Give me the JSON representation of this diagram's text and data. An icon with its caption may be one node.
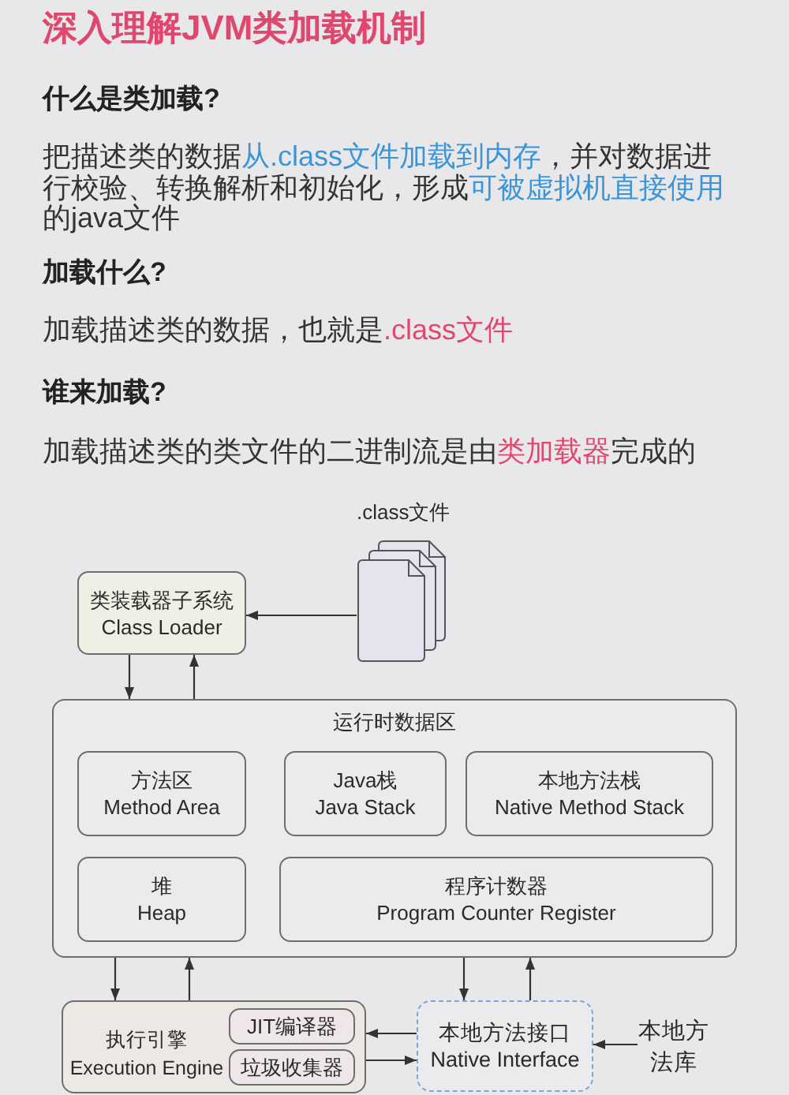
{
  "diagram": {
    "title": "深入理解JVM类加载机制",
    "nodes": [
      {
        "text": [
          ".class文件"
        ]
      },
      {
        "text": [
          "类装载器子系统",
          "Class Loader"
        ]
      },
      {
        "text": [
          "运行时数据区"
        ]
      },
      {
        "text": [
          "方法区",
          "Method Area"
        ],
        "in": 2
      },
      {
        "text": [
          "Java栈",
          "Java Stack"
        ],
        "in": 2
      },
      {
        "text": [
          "本地方法栈",
          "Native Method Stack"
        ],
        "in": 2
      },
      {
        "text": [
          "堆",
          "Heap"
        ],
        "in": 2
      },
      {
        "text": [
          "程序计数器",
          "Program Counter Register"
        ],
        "in": 2
      },
      {
        "text": [
          "执行引擎",
          "Execution Engine"
        ]
      },
      {
        "text": [
          "JIT编译器"
        ],
        "in": 8
      },
      {
        "text": [
          "垃圾收集器"
        ],
        "in": 8
      },
      {
        "text": [
          "本地方法接口",
          "Native Interface"
        ]
      },
      {
        "text": [
          "本地方法库"
        ]
      }
    ],
    "edges": [
      {
        "from": 0,
        "to": 1,
        "arrow": "to"
      },
      {
        "from": 1,
        "to": 2,
        "arrow": "to"
      },
      {
        "from": 2,
        "to": 1,
        "arrow": "to"
      },
      {
        "from": 2,
        "to": 8,
        "arrow": "to"
      },
      {
        "from": 8,
        "to": 2,
        "arrow": "to"
      },
      {
        "from": 2,
        "to": 11,
        "arrow": "to"
      },
      {
        "from": 11,
        "to": 2,
        "arrow": "to"
      },
      {
        "from": 11,
        "to": 8,
        "arrow": "to"
      },
      {
        "from": 8,
        "to": 11,
        "arrow": "to"
      },
      {
        "from": 12,
        "to": 11,
        "arrow": "to"
      }
    ],
    "labels": [
      "什么是类加载?",
      "把描述类的数据**从.class文件加载到内存**，并对数据进行校验、转换解析和初始化，形成**可被虚拟机直接使用**的java文件",
      "加载什么?",
      "加载描述类的数据，也就是**.class文件**",
      "谁来加载?",
      "加载描述类的类文件的二进制流是由**类加载器**完成的"
    ]
  }
}
